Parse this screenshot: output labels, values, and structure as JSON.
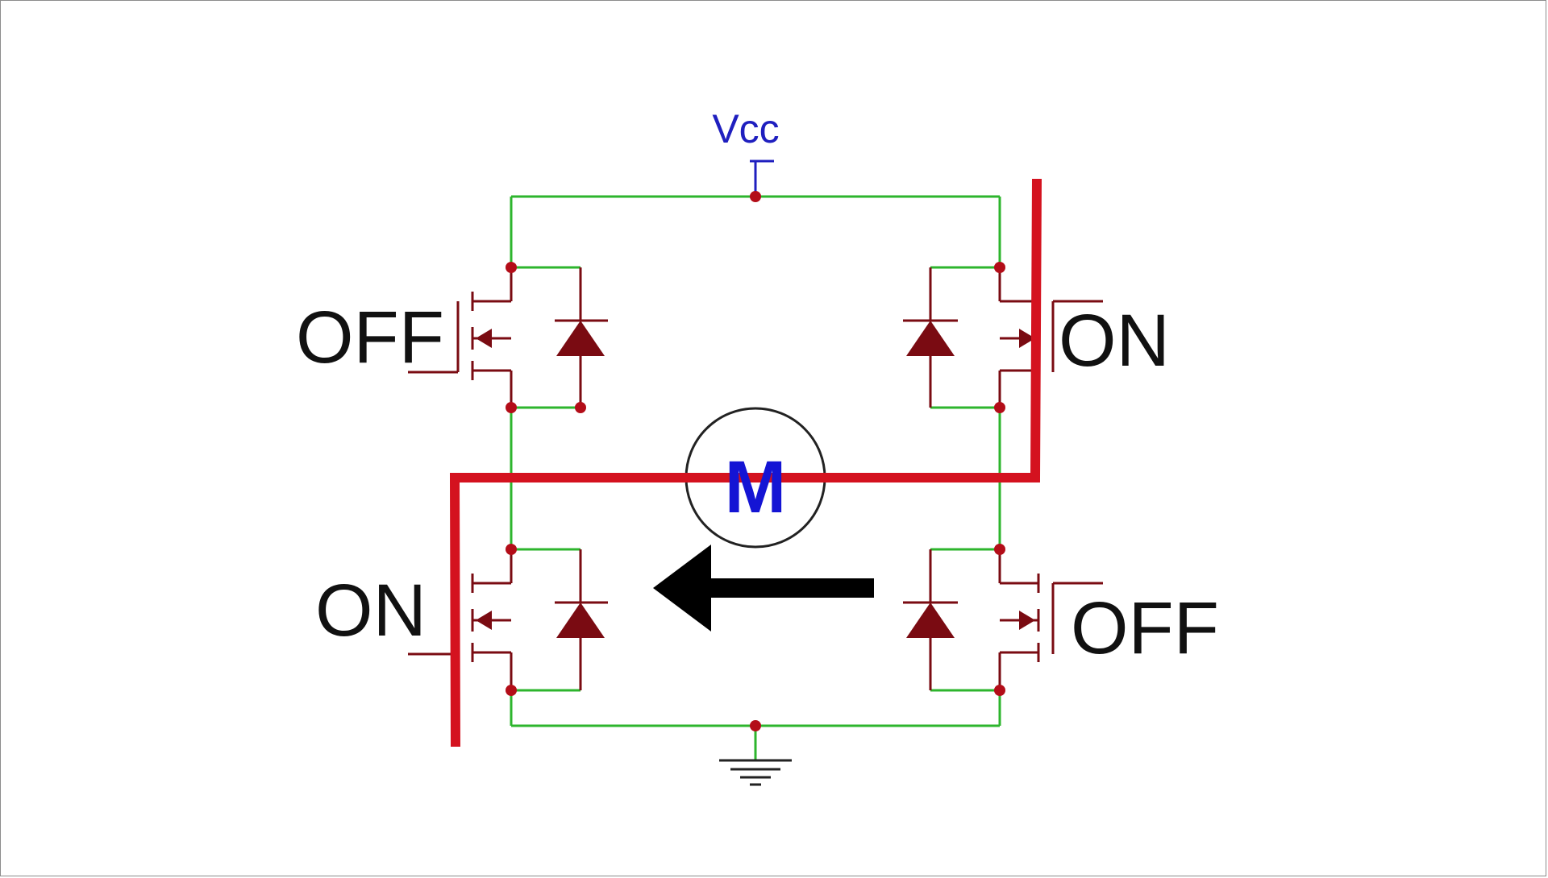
{
  "diagram": {
    "supply_label": "Vcc",
    "motor_label": "M",
    "switch_states": {
      "high_left": "OFF",
      "high_right": "ON",
      "low_left": "ON",
      "low_right": "OFF"
    },
    "colors": {
      "wire": "#2db52d",
      "mosfet": "#7a0b12",
      "node": "#b30d18",
      "current_path": "#d4121f",
      "supply": "#1f1fbf",
      "motor_text": "#1414d4",
      "arrow": "#000000",
      "text": "#111111"
    },
    "icons": [
      "vcc-supply-icon",
      "ground-icon",
      "motor-icon",
      "mosfet-icon",
      "diode-icon",
      "current-arrow-icon"
    ]
  }
}
